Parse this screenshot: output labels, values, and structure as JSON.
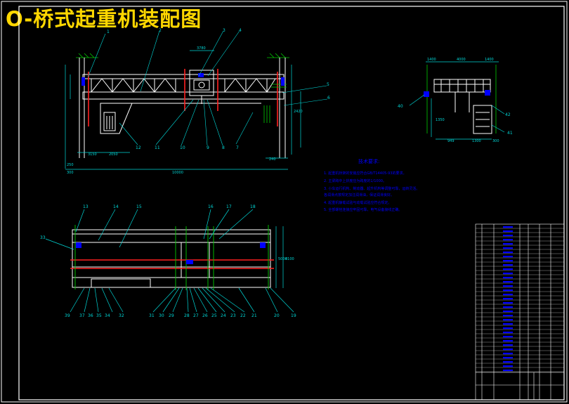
{
  "title": "O-桥式起重机装配图",
  "colors": {
    "background": "#000000",
    "frame": "#ffffff",
    "title": "#ffd700",
    "dimension": "#00d7d7",
    "drawing": "#ffffff",
    "notes": "#0000ff",
    "hatch": "#00cc00",
    "rail": "#ff2020",
    "leader": "#00d7d7"
  },
  "front_view": {
    "balloons": [
      "1",
      "2",
      "3",
      "4",
      "5",
      "6",
      "7",
      "8",
      "9",
      "10",
      "11",
      "12"
    ],
    "dims": [
      "3780",
      "2050",
      "10000",
      "250",
      "3150",
      "2420",
      "240",
      "300"
    ]
  },
  "side_view": {
    "balloons": [
      "40",
      "42",
      "41"
    ],
    "dims": [
      "1400",
      "4000",
      "1400",
      "1350",
      "949",
      "1300",
      "300"
    ]
  },
  "plan_view": {
    "balloons_top": [
      "13",
      "14",
      "15",
      "16",
      "17",
      "18",
      "33"
    ],
    "balloons_bottom": [
      "39",
      "37",
      "36",
      "35",
      "34",
      "32",
      "31",
      "30",
      "29",
      "28",
      "27",
      "26",
      "25",
      "24",
      "23",
      "22",
      "21",
      "20",
      "19"
    ],
    "dims": [
      "5000",
      "4100"
    ]
  },
  "notes": {
    "heading": "技术要求:",
    "lines": [
      "1. 起重机桥架的安装应符合GB/T14405-93的要求。",
      "2. 主梁跨中上拱度应为跨度的1/1000。",
      "3. 小车运行机构、制动器、起升机构等调整可靠，运转灵活。",
      "   各润滑点按规定加注润滑油，保证润滑良好。",
      "4. 起重机静载试验与动载试验应符合规定。",
      "5. 全部螺栓连接应牢固可靠，电气设备接线正确。"
    ]
  }
}
